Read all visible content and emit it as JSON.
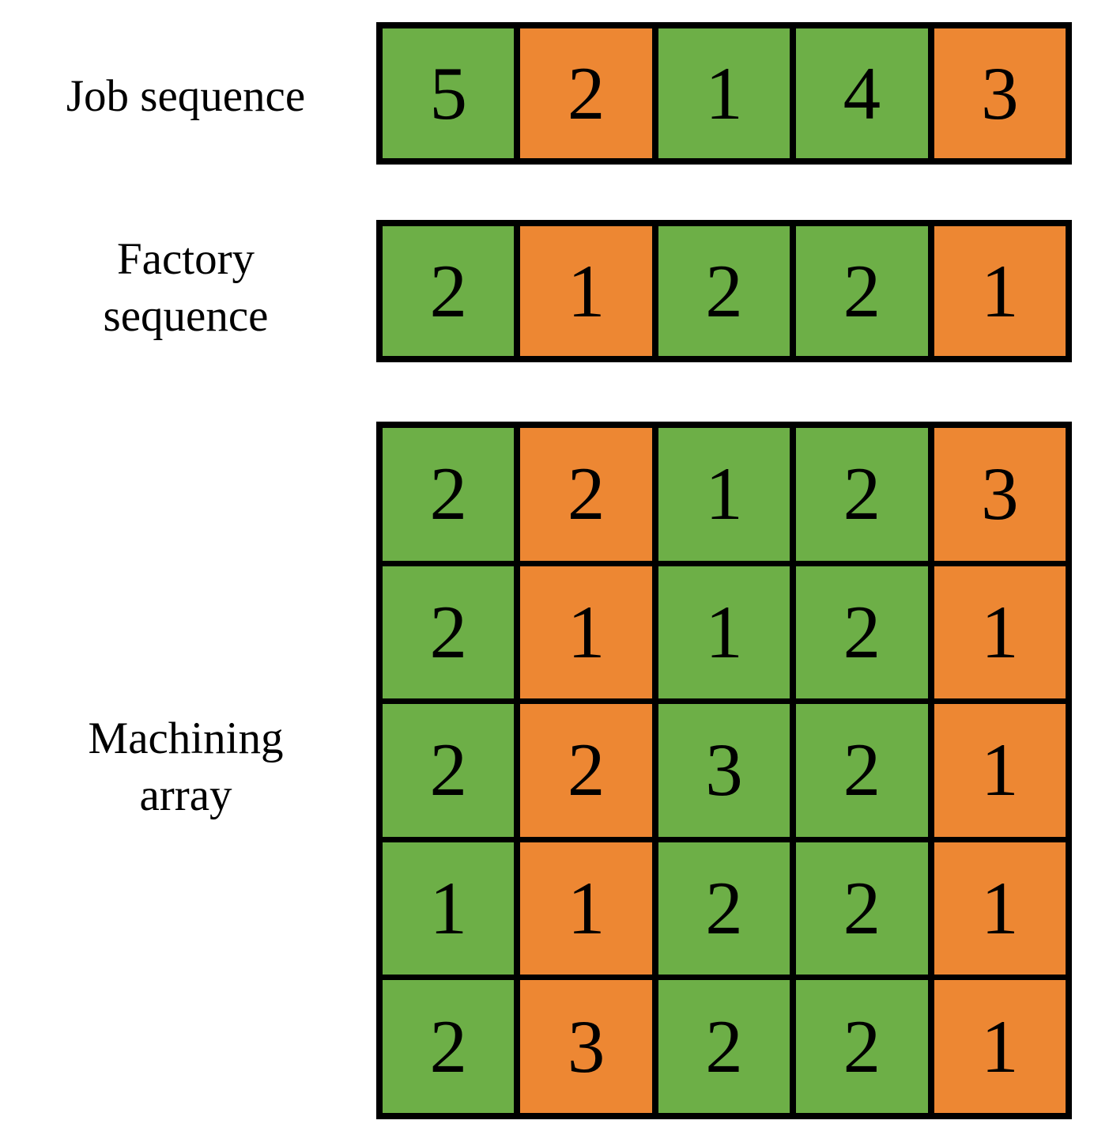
{
  "figure": {
    "background_color": "#FFFFFF",
    "border_color": "#000000",
    "palette": {
      "green": "#6DAF47",
      "orange": "#ED8733",
      "text": "#000000"
    }
  },
  "labels": {
    "job_sequence": "Job sequence",
    "factory_sequence": "Factory\nsequence",
    "machining_array": "Machining\narray"
  },
  "chart_data": {
    "type": "table",
    "title": "",
    "columns": 5,
    "blocks": [
      {
        "name": "job_sequence",
        "label": "Job sequence",
        "rows": 1,
        "values": [
          [
            5,
            2,
            1,
            4,
            3
          ]
        ],
        "colors": [
          [
            "green",
            "orange",
            "green",
            "green",
            "orange"
          ]
        ]
      },
      {
        "name": "factory_sequence",
        "label": "Factory sequence",
        "rows": 1,
        "values": [
          [
            2,
            1,
            2,
            2,
            1
          ]
        ],
        "colors": [
          [
            "green",
            "orange",
            "green",
            "green",
            "orange"
          ]
        ]
      },
      {
        "name": "machining_array",
        "label": "Machining array",
        "rows": 5,
        "values": [
          [
            2,
            2,
            1,
            2,
            3
          ],
          [
            2,
            1,
            1,
            2,
            1
          ],
          [
            2,
            2,
            3,
            2,
            1
          ],
          [
            1,
            1,
            2,
            2,
            1
          ],
          [
            2,
            3,
            2,
            2,
            1
          ]
        ],
        "colors": [
          [
            "green",
            "orange",
            "green",
            "green",
            "orange"
          ],
          [
            "green",
            "orange",
            "green",
            "green",
            "orange"
          ],
          [
            "green",
            "orange",
            "green",
            "green",
            "orange"
          ],
          [
            "green",
            "orange",
            "green",
            "green",
            "orange"
          ],
          [
            "green",
            "orange",
            "green",
            "green",
            "orange"
          ]
        ]
      }
    ],
    "legend": [],
    "annotations": []
  },
  "job_sequence": {
    "values": [
      5,
      2,
      1,
      4,
      3
    ],
    "colors": [
      "green",
      "orange",
      "green",
      "green",
      "orange"
    ]
  },
  "factory_sequence": {
    "values": [
      2,
      1,
      2,
      2,
      1
    ],
    "colors": [
      "green",
      "orange",
      "green",
      "green",
      "orange"
    ]
  },
  "machining_array": {
    "values": [
      [
        2,
        2,
        1,
        2,
        3
      ],
      [
        2,
        1,
        1,
        2,
        1
      ],
      [
        2,
        2,
        3,
        2,
        1
      ],
      [
        1,
        1,
        2,
        2,
        1
      ],
      [
        2,
        3,
        2,
        2,
        1
      ]
    ],
    "colors": [
      [
        "green",
        "orange",
        "green",
        "green",
        "orange"
      ],
      [
        "green",
        "orange",
        "green",
        "green",
        "orange"
      ],
      [
        "green",
        "orange",
        "green",
        "green",
        "orange"
      ],
      [
        "green",
        "orange",
        "green",
        "green",
        "orange"
      ],
      [
        "green",
        "orange",
        "green",
        "green",
        "orange"
      ]
    ]
  }
}
